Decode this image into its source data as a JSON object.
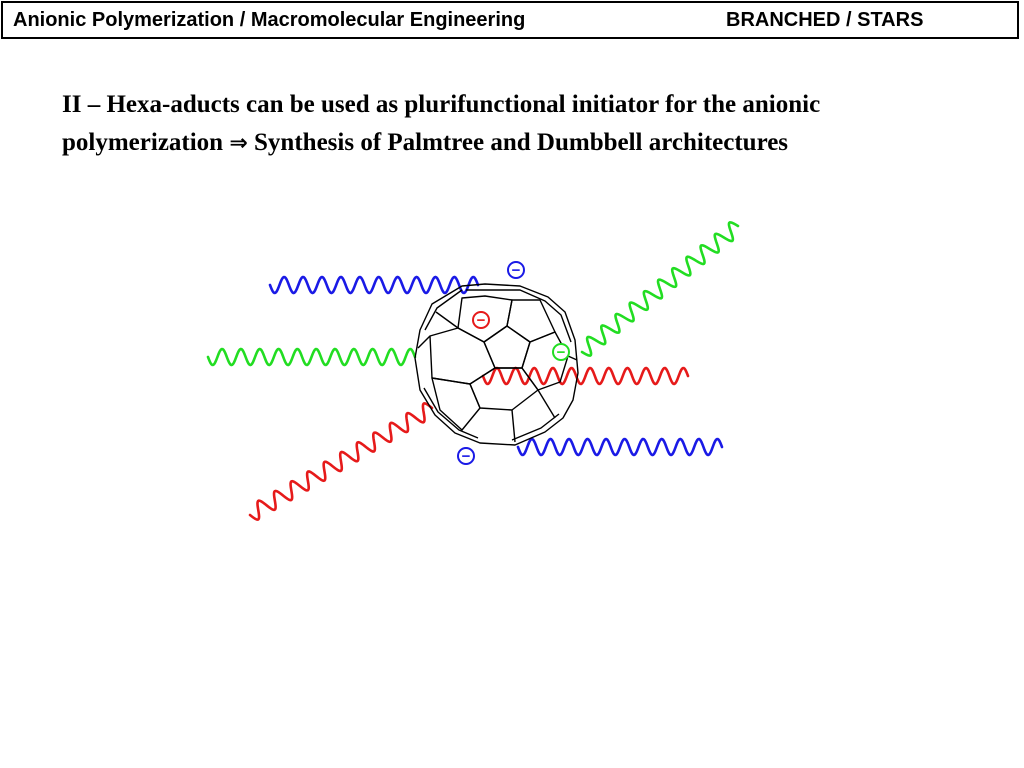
{
  "header": {
    "left_title": "Anionic Polymerization / Macromolecular Engineering",
    "right_title": "BRANCHED / STARS"
  },
  "body": {
    "text_before_arrow": "II – Hexa-aducts can be used as plurifunctional initiator for the anionic  polymerization ",
    "arrow": "⇒",
    "text_after_arrow": " Synthesis of Palmtree and Dumbbell architectures"
  },
  "diagram": {
    "charge_symbol": "−",
    "colors": {
      "blue": "#1a1ae6",
      "green": "#22dd22",
      "red": "#e61a1a",
      "cage": "#000000"
    },
    "chains": [
      {
        "color": "blue"
      },
      {
        "color": "green"
      },
      {
        "color": "red"
      },
      {
        "color": "green"
      },
      {
        "color": "red"
      },
      {
        "color": "blue"
      }
    ]
  }
}
